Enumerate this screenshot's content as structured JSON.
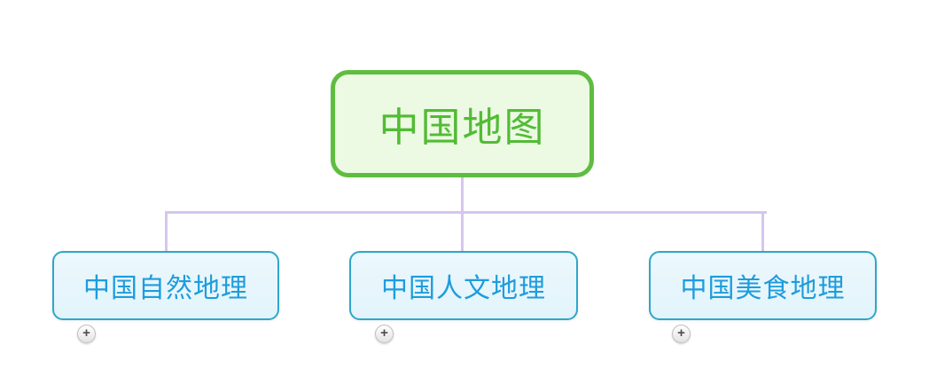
{
  "mindmap": {
    "root": {
      "label": "中国地图"
    },
    "children": [
      {
        "label": "中国自然地理"
      },
      {
        "label": "中国人文地理"
      },
      {
        "label": "中国美食地理"
      }
    ]
  },
  "icons": {
    "expand": "+"
  },
  "colors": {
    "root_border": "#5ebd40",
    "root_bg": "#ecfae3",
    "root_text": "#53bb36",
    "child_border": "#2fa6cb",
    "child_bg": "#e2f4fb",
    "child_text": "#1e9cdd",
    "connector": "#d6c6ee",
    "canvas_bg": "#ffffff"
  }
}
